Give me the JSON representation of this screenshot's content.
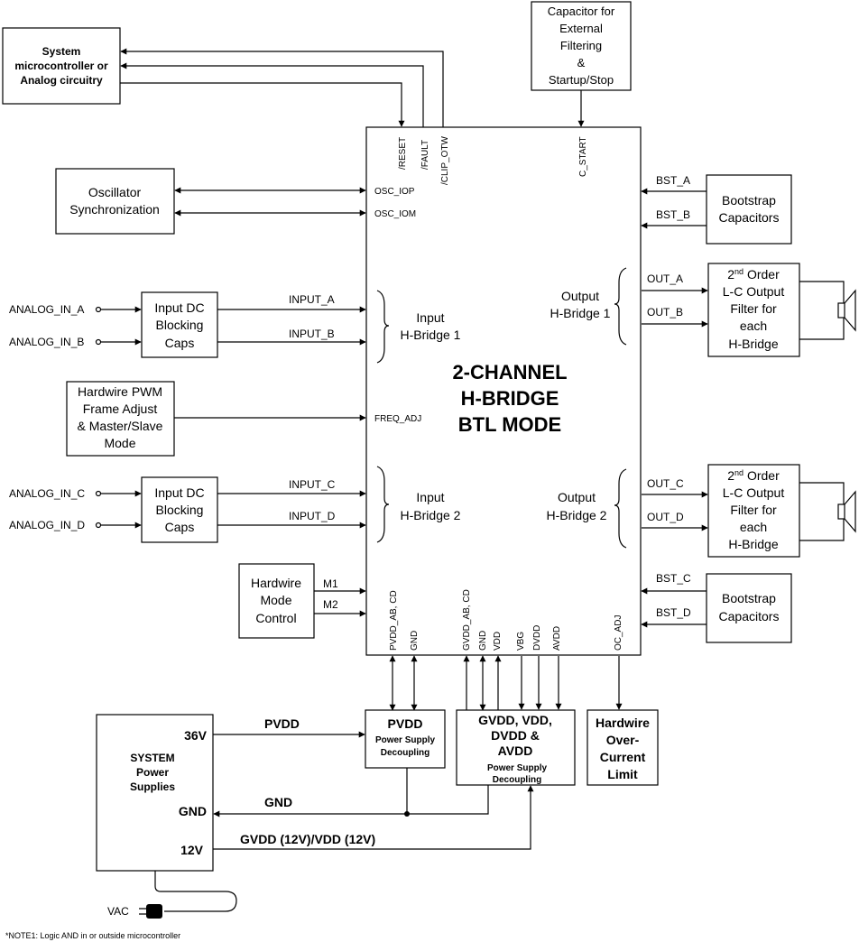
{
  "blocks": {
    "system_mcu": [
      "System",
      "microcontroller or",
      "Analog circuitry"
    ],
    "capacitor": [
      "Capacitor for",
      "External",
      "Filtering",
      "&",
      "Startup/Stop"
    ],
    "oscillator": [
      "Oscillator",
      "Synchronization"
    ],
    "bootstrap_top": [
      "Bootstrap",
      "Capacitors"
    ],
    "bootstrap_bottom": [
      "Bootstrap",
      "Capacitors"
    ],
    "input_dc_top": [
      "Input DC",
      "Blocking",
      "Caps"
    ],
    "input_dc_bottom": [
      "Input DC",
      "Blocking",
      "Caps"
    ],
    "lc_filter_top": {
      "line1_main": "2",
      "line1_sup": "nd",
      "line1_rest": " Order",
      "lines": [
        "L-C Output",
        "Filter for",
        "each",
        "H-Bridge"
      ]
    },
    "lc_filter_bottom": {
      "line1_main": "2",
      "line1_sup": "nd",
      "line1_rest": " Order",
      "lines": [
        "L-C Output",
        "Filter for",
        "each",
        "H-Bridge"
      ]
    },
    "hardwire_pwm": [
      "Hardwire PWM",
      "Frame Adjust",
      "& Master/Slave",
      "Mode"
    ],
    "hardwire_mode": [
      "Hardwire",
      "Mode",
      "Control"
    ],
    "main_chip": [
      "2-CHANNEL",
      "H-BRIDGE",
      "BTL MODE"
    ],
    "input_hb1": [
      "Input",
      "H-Bridge 1"
    ],
    "output_hb1": [
      "Output",
      "H-Bridge 1"
    ],
    "input_hb2": [
      "Input",
      "H-Bridge 2"
    ],
    "output_hb2": [
      "Output",
      "H-Bridge 2"
    ],
    "pvdd_decoupling": {
      "title": "PVDD",
      "sub": [
        "Power Supply",
        "Decoupling"
      ]
    },
    "gvdd_decoupling": {
      "title": [
        "GVDD, VDD,",
        "DVDD &",
        "AVDD"
      ],
      "sub": [
        "Power Supply",
        "Decoupling"
      ]
    },
    "hardwire_oc": [
      "Hardwire",
      "Over-",
      "Current",
      "Limit"
    ],
    "system_power": [
      "SYSTEM",
      "Power",
      "Supplies"
    ]
  },
  "pins": {
    "reset": "/RESET",
    "fault": "/FAULT",
    "clip_otw": "/CLIP_OTW",
    "c_start": "C_START",
    "osc_iop": "OSC_IOP",
    "osc_iom": "OSC_IOM",
    "freq_adj": "FREQ_ADJ",
    "pvdd_ab_cd": "PVDD_AB, CD",
    "gnd1": "GND",
    "gvdd_ab_cd": "GVDD_AB, CD",
    "gnd2": "GND",
    "vdd": "VDD",
    "vbg": "VBG",
    "dvdd": "DVDD",
    "avdd": "AVDD",
    "oc_adj": "OC_ADJ"
  },
  "signals": {
    "bst_a": "BST_A",
    "bst_b": "BST_B",
    "bst_c": "BST_C",
    "bst_d": "BST_D",
    "out_a": "OUT_A",
    "out_b": "OUT_B",
    "out_c": "OUT_C",
    "out_d": "OUT_D",
    "input_a": "INPUT_A",
    "input_b": "INPUT_B",
    "input_c": "INPUT_C",
    "input_d": "INPUT_D",
    "analog_in_a": "ANALOG_IN_A",
    "analog_in_b": "ANALOG_IN_B",
    "analog_in_c": "ANALOG_IN_C",
    "analog_in_d": "ANALOG_IN_D",
    "m1": "M1",
    "m2": "M2",
    "pvdd": "PVDD",
    "gnd": "GND",
    "gvdd_vdd": "GVDD (12V)/VDD (12V)",
    "v36": "36V",
    "gnd_out": "GND",
    "v12": "12V",
    "vac": "VAC"
  },
  "note": "*NOTE1: Logic AND in or outside microcontroller"
}
